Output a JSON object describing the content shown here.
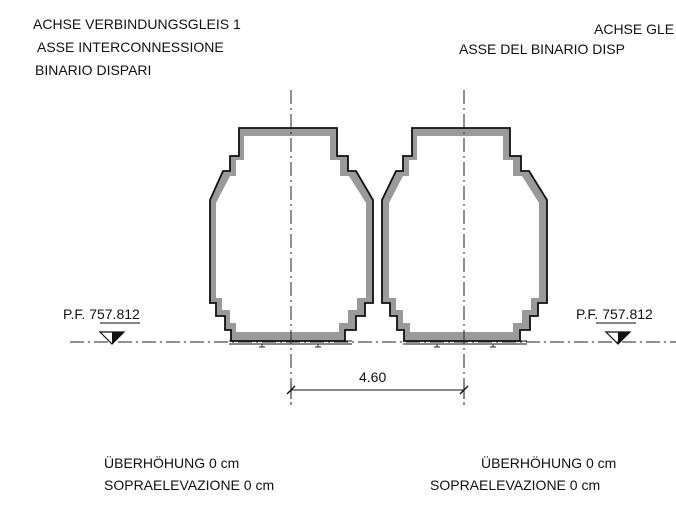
{
  "labels": {
    "left_axis": [
      "ACHSE VERBINDUNGSGLEIS 1",
      "ASSE INTERCONNESSIONE",
      "BINARIO DISPARI"
    ],
    "right_axis": [
      "ACHSE GLE",
      "ASSE DEL BINARIO DISP"
    ],
    "left_level": "P.F. 757.812",
    "right_level": "P.F. 757.812",
    "dimension": "4.60",
    "left_superelevation": [
      "ÜBERHÖHUNG 0 cm",
      "SOPRAELEVAZIONE 0 cm"
    ],
    "right_superelevation": [
      "ÜBERHÖHUNG 0 cm",
      "SOPRAELEVAZIONE 0 cm"
    ]
  },
  "colors": {
    "lining": "#9a9a9a",
    "outline": "#111111"
  }
}
